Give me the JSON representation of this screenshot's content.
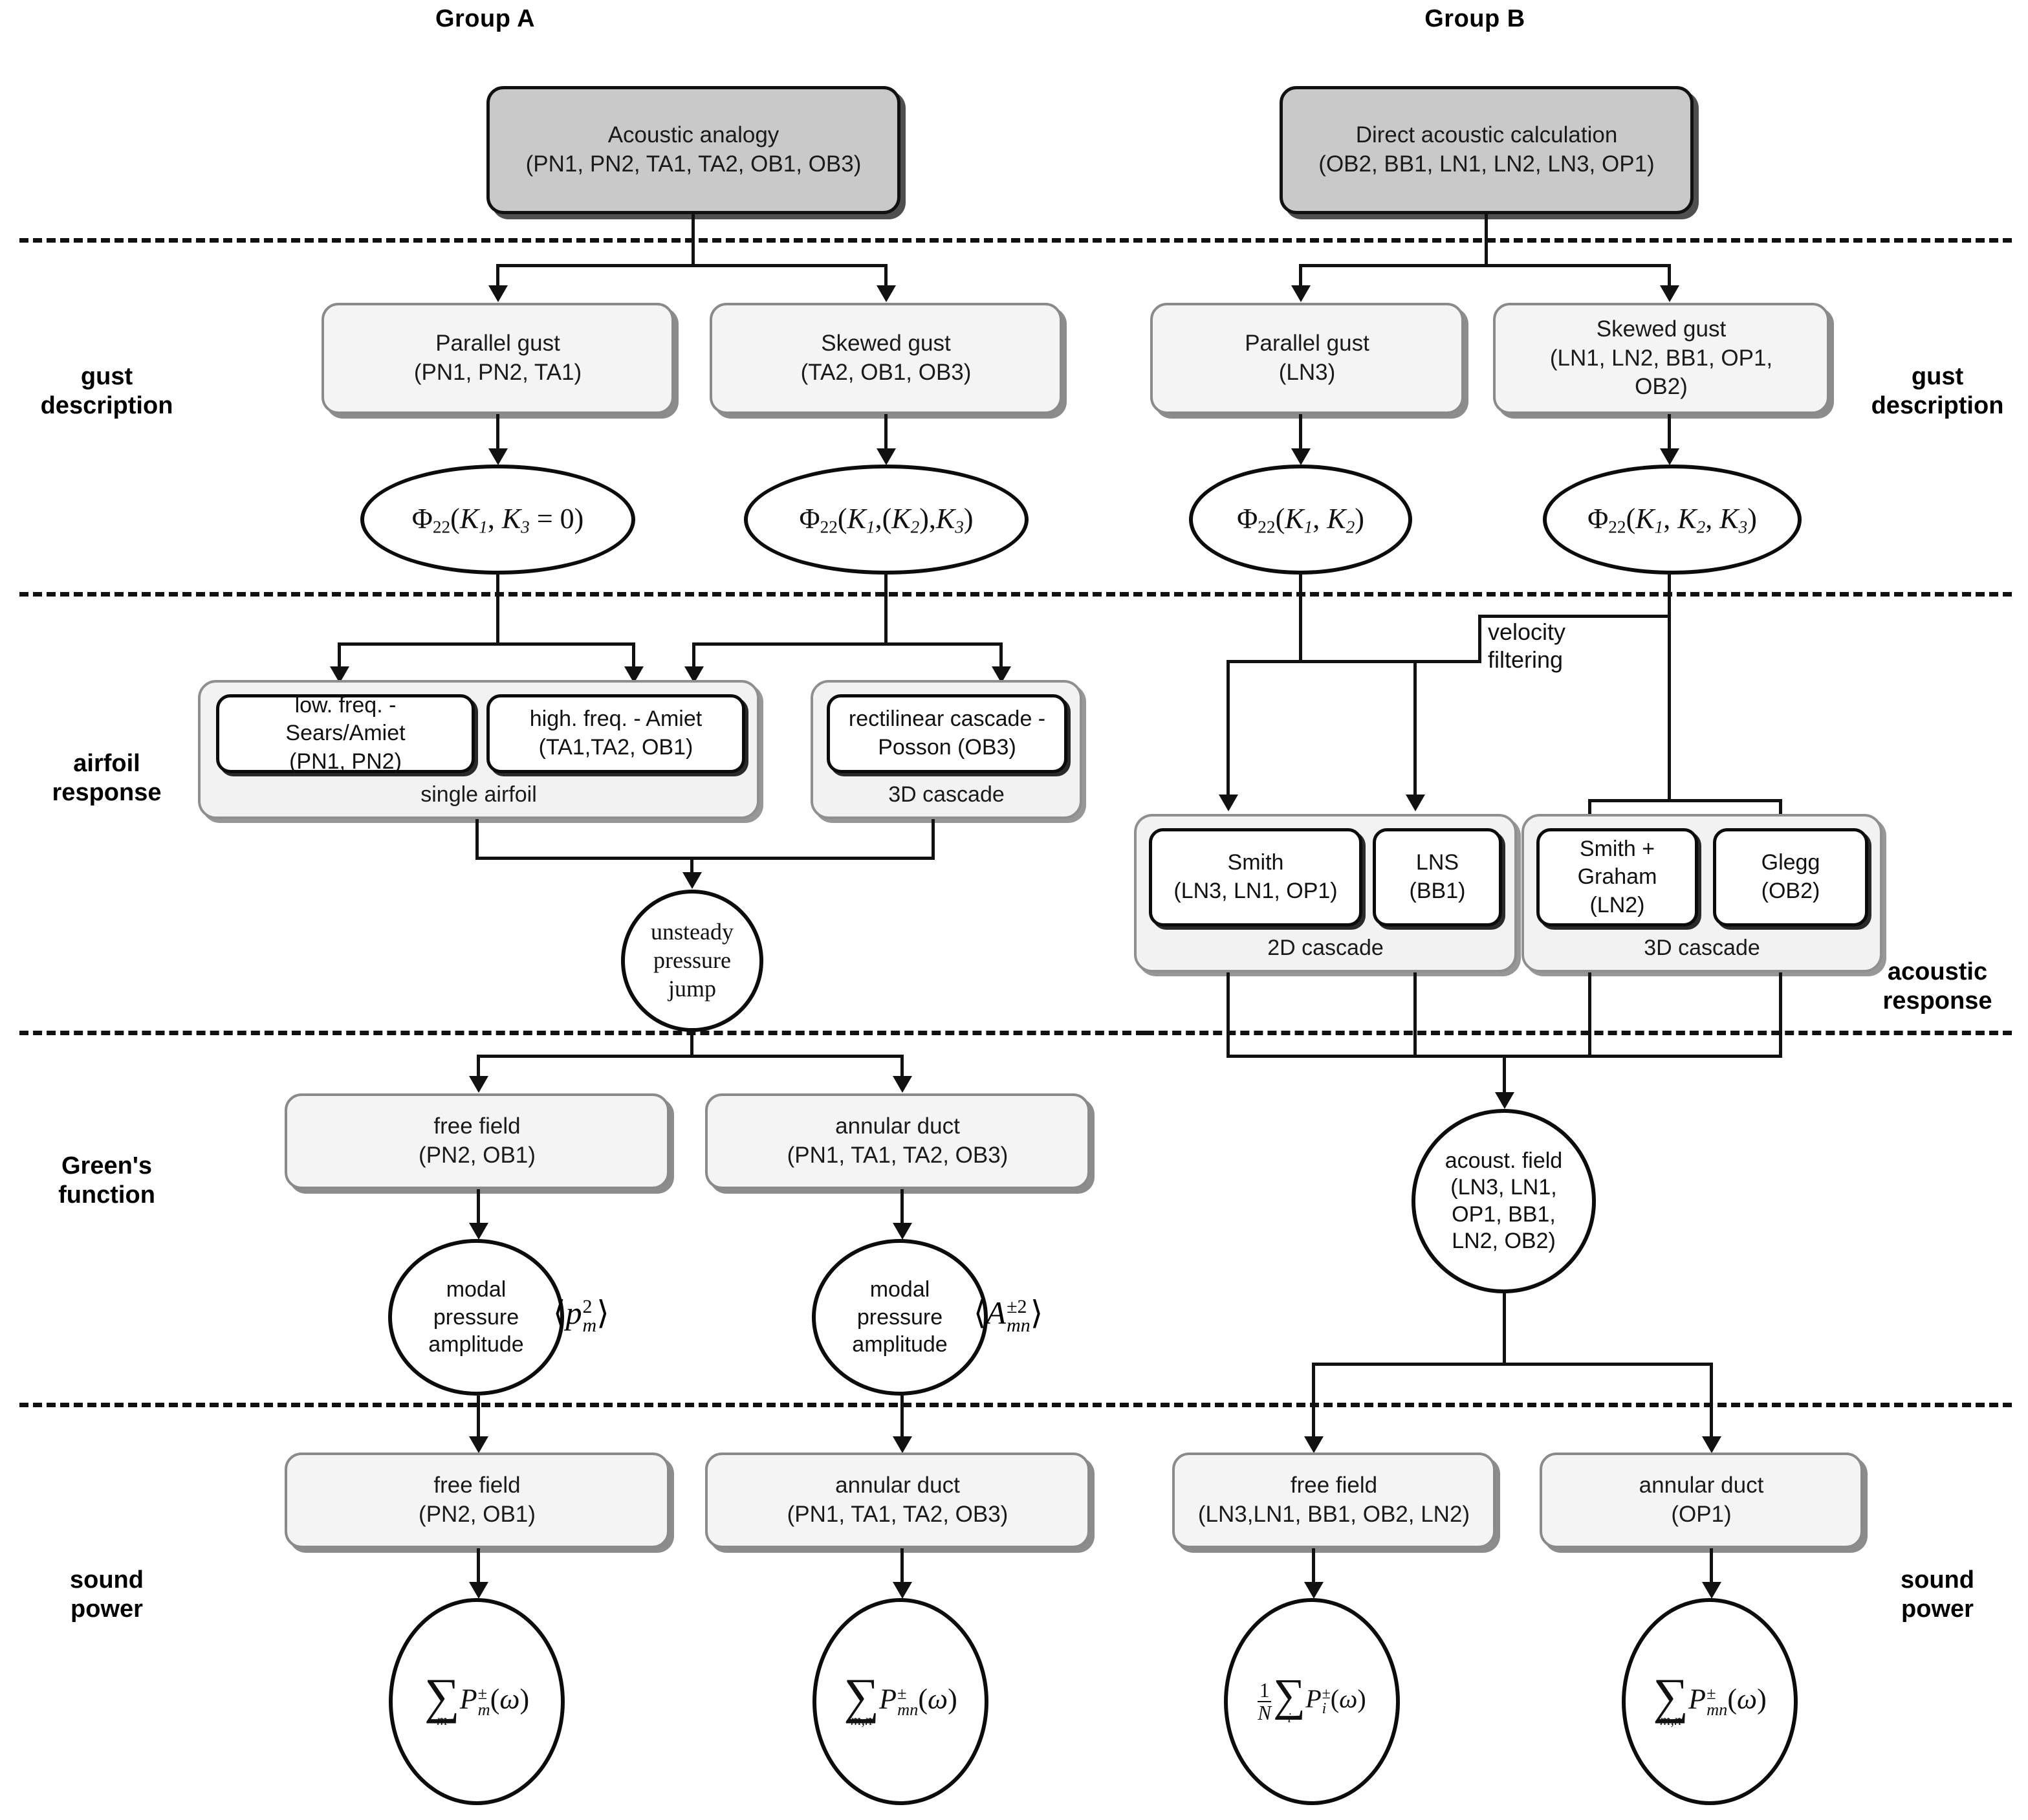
{
  "groups": {
    "a_title": "Group A",
    "b_title": "Group B"
  },
  "row_labels_left": {
    "gust": "gust\ndescription",
    "airfoil": "airfoil\nresponse",
    "greens": "Green's\nfunction",
    "power": "sound\npower"
  },
  "row_labels_right": {
    "gust": "gust\ndescription",
    "acoustic": "acoustic\nresponse",
    "power": "sound\npower"
  },
  "group_a": {
    "root": {
      "line1": "Acoustic analogy",
      "line2": "(PN1, PN2, TA1, TA2, OB1, OB3)"
    },
    "gust": [
      {
        "line1": "Parallel gust",
        "line2": "(PN1, PN2, TA1)"
      },
      {
        "line1": "Skewed gust",
        "line2": "(TA2, OB1, OB3)"
      }
    ],
    "spectra": [
      {
        "formula": "Phi_22(K1, K3 = 0)"
      },
      {
        "formula": "Phi_22(K1, (K2), K3)"
      }
    ],
    "airfoil_clusters": [
      {
        "label": "single airfoil",
        "items": [
          {
            "line1": "low. freq. -",
            "line2": "Sears/Amiet",
            "line3": "(PN1, PN2)"
          },
          {
            "line1": "high. freq. - Amiet",
            "line2": "(TA1,TA2, OB1)",
            "line3": ""
          }
        ]
      },
      {
        "label": "3D cascade",
        "items": [
          {
            "line1": "rectilinear cascade -",
            "line2": "Posson (OB3)",
            "line3": ""
          }
        ]
      }
    ],
    "pressure_jump": {
      "line1": "unsteady",
      "line2": "pressure",
      "line3": "jump"
    },
    "greens": [
      {
        "line1": "free field",
        "line2": "(PN2, OB1)"
      },
      {
        "line1": "annular duct",
        "line2": "(PN1, TA1, TA2, OB3)"
      }
    ],
    "modal": [
      {
        "line1": "modal",
        "line2": "pressure",
        "line3": "amplitude",
        "formula": "<p_m^2>"
      },
      {
        "line1": "modal",
        "line2": "pressure",
        "line3": "amplitude",
        "formula": "<A_mn^(+-2)>"
      }
    ],
    "power_boxes": [
      {
        "line1": "free field",
        "line2": "(PN2, OB1)"
      },
      {
        "line1": "annular duct",
        "line2": "(PN1, TA1, TA2, OB3)"
      }
    ],
    "power_sums": [
      {
        "formula": "sum_m P_m^(+-)(omega)"
      },
      {
        "formula": "sum_{m,n} P_mn^(+-)(omega)"
      }
    ]
  },
  "group_b": {
    "root": {
      "line1": "Direct acoustic calculation",
      "line2": "(OB2, BB1, LN1, LN2, LN3, OP1)"
    },
    "gust": [
      {
        "line1": "Parallel gust",
        "line2": "(LN3)",
        "line3": ""
      },
      {
        "line1": "Skewed gust",
        "line2": "(LN1, LN2, BB1, OP1,",
        "line3": "OB2)"
      }
    ],
    "spectra": [
      {
        "formula": "Phi_22(K1, K2)"
      },
      {
        "formula": "Phi_22(K1, K2, K3)"
      }
    ],
    "velocity_filtering": "velocity\nfiltering",
    "acoustic_clusters": [
      {
        "label": "2D cascade",
        "items": [
          {
            "line1": "Smith",
            "line2": "(LN3, LN1, OP1)",
            "line3": ""
          },
          {
            "line1": "LNS",
            "line2": "(BB1)",
            "line3": ""
          }
        ]
      },
      {
        "label": "3D cascade",
        "items": [
          {
            "line1": "Smith +",
            "line2": "Graham",
            "line3": "(LN2)"
          },
          {
            "line1": "Glegg",
            "line2": "(OB2)",
            "line3": ""
          }
        ]
      }
    ],
    "acoust_field": {
      "line1": "acoust. field",
      "line2": "(LN3, LN1,",
      "line3": "OP1, BB1,",
      "line4": "LN2, OB2)"
    },
    "power_boxes": [
      {
        "line1": "free field",
        "line2": "(LN3,LN1, BB1, OB2, LN2)"
      },
      {
        "line1": "annular duct",
        "line2": "(OP1)"
      }
    ],
    "power_sums": [
      {
        "formula": "(1/N) sum_i P_i^(+-)(omega)"
      },
      {
        "formula": "sum_{m,n} P_mn^(+-)(omega)"
      }
    ]
  },
  "colors": {
    "root_fill": "#c9c9c9",
    "box_fill": "#f4f4f4",
    "cluster_fill": "#f2f2f2",
    "line": "#111111",
    "box_border": "#8a8a8a"
  }
}
